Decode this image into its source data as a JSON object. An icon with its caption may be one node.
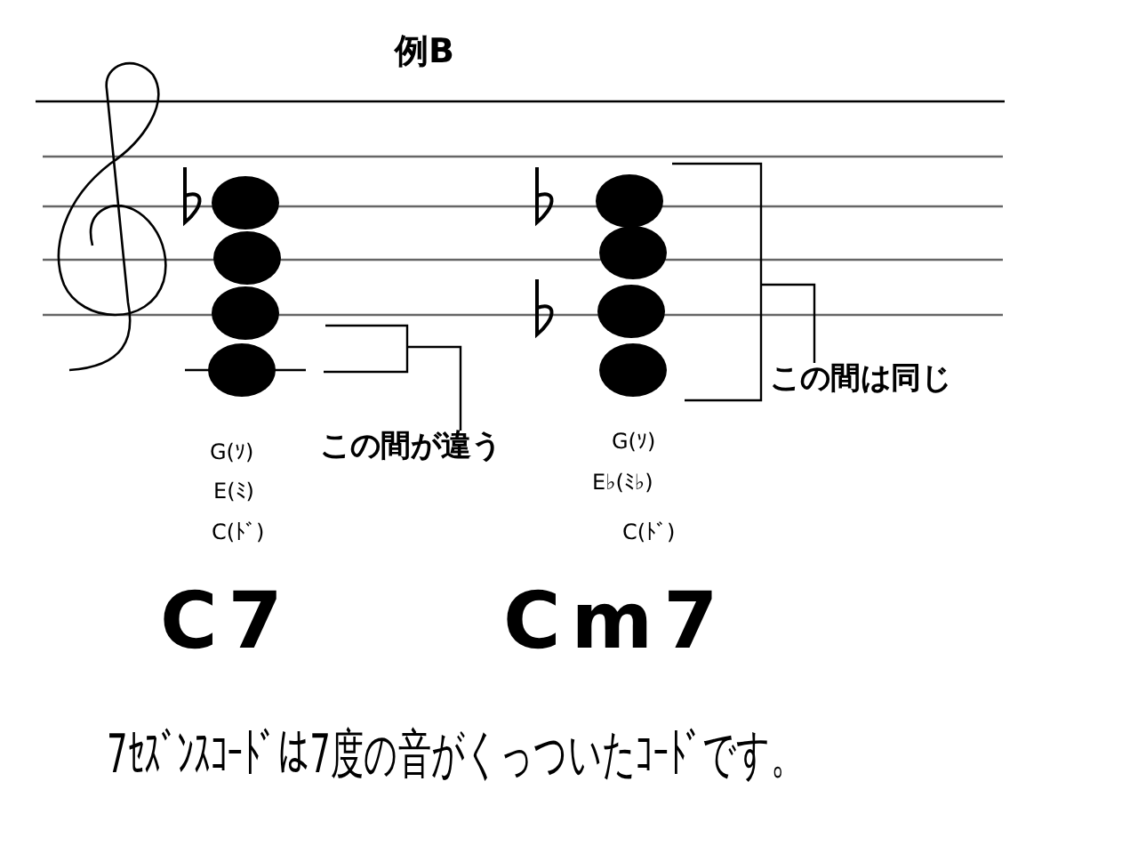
{
  "diagram": {
    "title": "例B",
    "nodes": [
      {
        "text": [],
        "shape": "bracket"
      },
      {
        "text": [
          "この間が違う"
        ]
      },
      {
        "text": [],
        "shape": "bracket"
      },
      {
        "text": [
          "この間は同じ"
        ]
      }
    ],
    "edges": [
      {
        "from": 1,
        "to": 0,
        "arrow": "none"
      },
      {
        "from": 3,
        "to": 2,
        "arrow": "none"
      }
    ],
    "labels": [
      "G(ｿ)",
      "E(ﾐ)",
      "C(ﾄﾞ)",
      "G(ｿ)",
      "E♭(ﾐ♭)",
      "C(ﾄﾞ)",
      "C7",
      "Cm7",
      "7ｾｽﾞﾝｽｺｰﾄﾞは7度の音がくっついたｺｰﾄﾞです。"
    ]
  }
}
